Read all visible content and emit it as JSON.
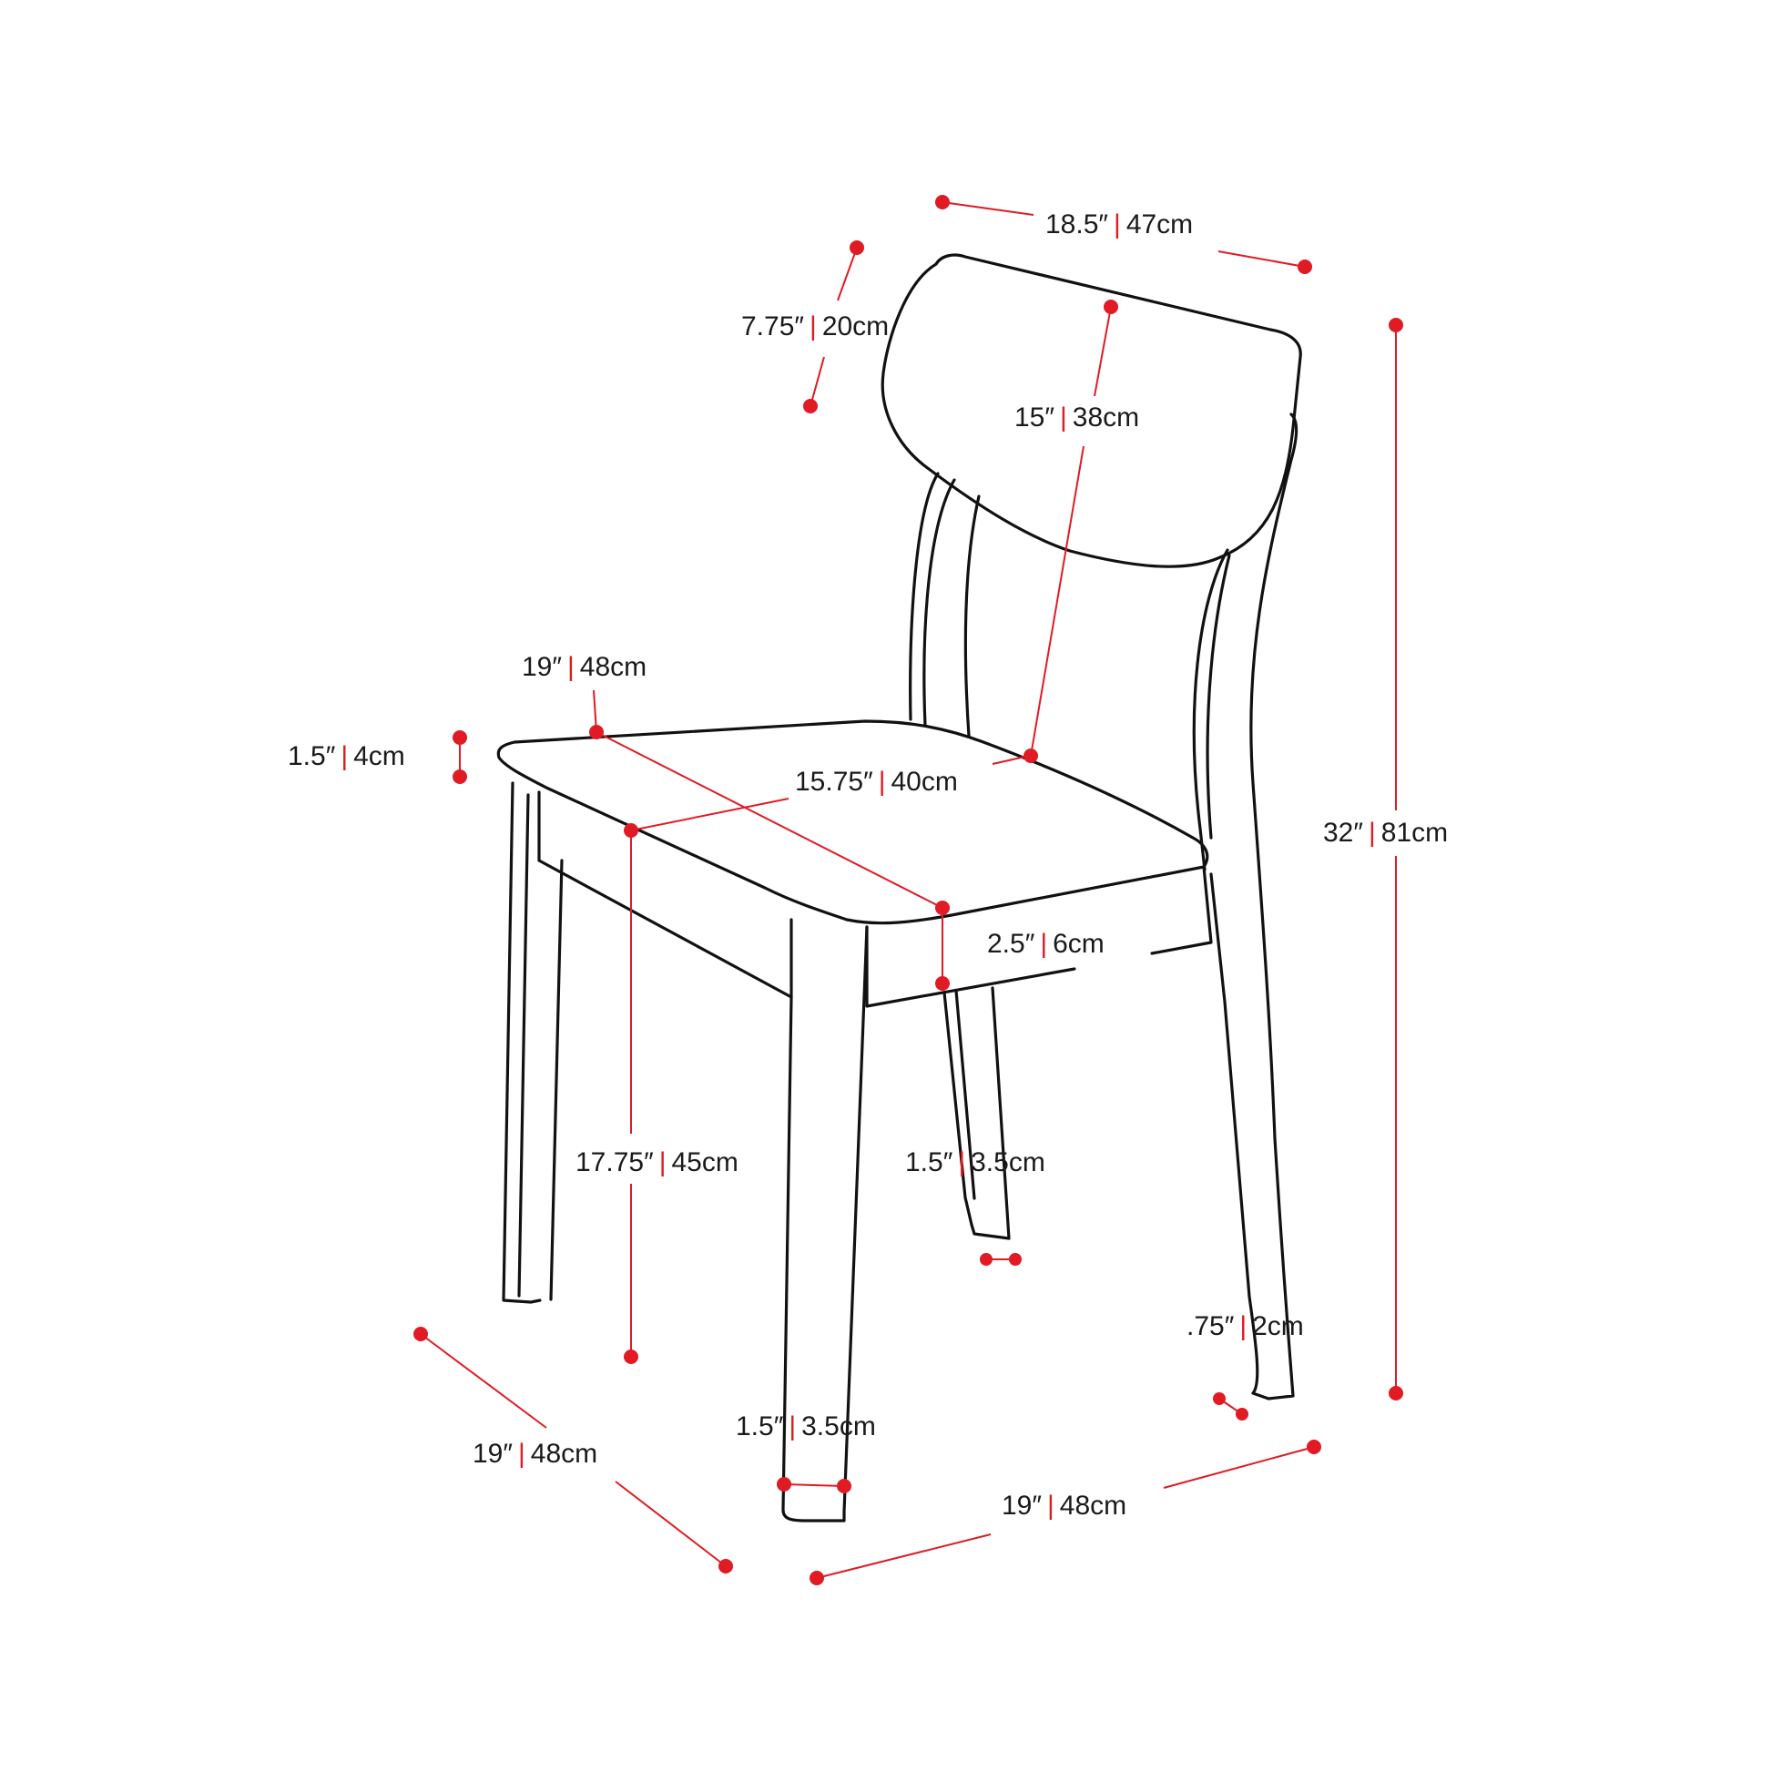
{
  "colors": {
    "outline": "#111111",
    "dimension": "#e01b24",
    "text": "#1a1a1a",
    "background": "#ffffff"
  },
  "dimensions": {
    "back_width": {
      "imperial": "18.5″",
      "metric": "47cm"
    },
    "back_height": {
      "imperial": "7.75″",
      "metric": "20cm"
    },
    "backrest_to_seat": {
      "imperial": "15″",
      "metric": "38cm"
    },
    "overall_height": {
      "imperial": "32″",
      "metric": "81cm"
    },
    "seat_depth_top": {
      "imperial": "19″",
      "metric": "48cm"
    },
    "seat_thickness": {
      "imperial": "1.5″",
      "metric": "4cm"
    },
    "seat_width_inner": {
      "imperial": "15.75″",
      "metric": "40cm"
    },
    "apron_height": {
      "imperial": "2.5″",
      "metric": "6cm"
    },
    "seat_height": {
      "imperial": "17.75″",
      "metric": "45cm"
    },
    "rear_leg_width": {
      "imperial": "1.5″",
      "metric": "3.5cm"
    },
    "back_leg_width": {
      "imperial": ".75″",
      "metric": "2cm"
    },
    "front_leg_width": {
      "imperial": "1.5″",
      "metric": "3.5cm"
    },
    "base_depth": {
      "imperial": "19″",
      "metric": "48cm"
    },
    "base_width": {
      "imperial": "19″",
      "metric": "48cm"
    }
  }
}
